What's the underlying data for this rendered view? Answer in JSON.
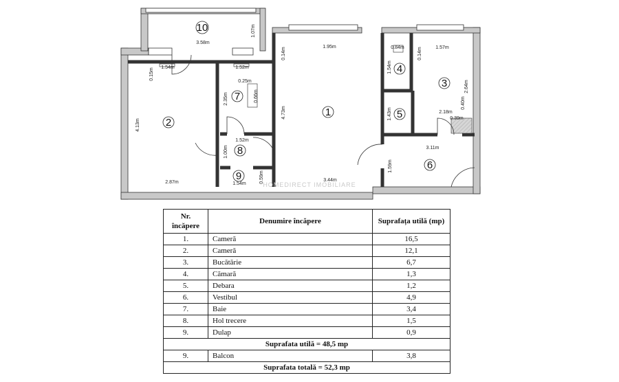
{
  "plan": {
    "room_numbers": [
      "1",
      "2",
      "3",
      "4",
      "5",
      "6",
      "7",
      "8",
      "9",
      "10"
    ],
    "dimensions": {
      "balcony_width": "3.58m",
      "balcony_depth": "1.07m",
      "r2_top": "1.54m",
      "r2_top_v": "0.15m",
      "r2_height": "4.13m",
      "r2_bottom": "2.87m",
      "r7_top": "1.52m",
      "r7_inner": "0.25m",
      "r7_height": "2.35m",
      "r7_side": "0.66m",
      "r8_top": "1.52m",
      "r8_height": "1.00m",
      "r9_bottom": "1.54m",
      "r9_height": "0.59m",
      "r1_top": "1.95m",
      "r1_top_v": "0.14m",
      "r1_height": "4.73m",
      "r1_bottom": "3.44m",
      "r4_top": "0.84m",
      "r4_height": "1.54m",
      "r3_top_v": "0.14m",
      "r3_top": "1.57m",
      "r3_height": "2.64m",
      "r5_height": "1.43m",
      "r3_inner_w": "2.18m",
      "r3_inner_h": "0.40m",
      "r3_inner_w2": "0.39m",
      "r6_top": "3.11m",
      "r6_height": "1.59m"
    },
    "watermark": "HOMEDIRECT IMOBILIARE"
  },
  "table": {
    "headers": {
      "nr": "Nr. încăpere",
      "name": "Denumire încăpere",
      "area": "Suprafața utilă (mp)"
    },
    "rows": [
      {
        "nr": "1.",
        "name": "Cameră",
        "area": "16,5"
      },
      {
        "nr": "2.",
        "name": "Cameră",
        "area": "12,1"
      },
      {
        "nr": "3.",
        "name": "Bucătărie",
        "area": "6,7"
      },
      {
        "nr": "4.",
        "name": "Cămară",
        "area": "1,3"
      },
      {
        "nr": "5.",
        "name": "Debara",
        "area": "1,2"
      },
      {
        "nr": "6.",
        "name": "Vestibul",
        "area": "4,9"
      },
      {
        "nr": "7.",
        "name": "Baie",
        "area": "3,4"
      },
      {
        "nr": "8.",
        "name": "Hol trecere",
        "area": "1,5"
      },
      {
        "nr": "9.",
        "name": "Dulap",
        "area": "0,9"
      }
    ],
    "useful_total": "Suprafata utilă = 48,5 mp",
    "balcony_row": {
      "nr": "9.",
      "name": "Balcon",
      "area": "3,8"
    },
    "grand_total": "Suprafata totală = 52,3 mp"
  }
}
